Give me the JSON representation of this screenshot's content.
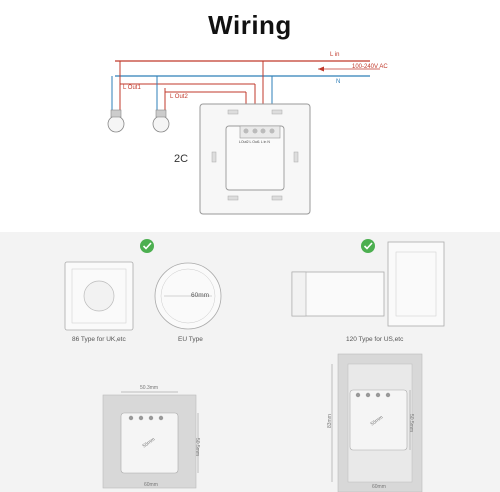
{
  "header": {
    "title": "Wiring"
  },
  "wiring": {
    "line_in": "L in",
    "voltage": "100-240V AC",
    "neutral": "N",
    "out1": "L Out1",
    "out2": "L Out2",
    "mode": "2C",
    "terminal_labels": "LOut2  L Out1  L in  N"
  },
  "compat": {
    "uk_caption": "86 Type for UK,etc",
    "eu_caption": "EU Type",
    "eu_dim": "60mm",
    "us_caption": "120 Type for US,etc"
  },
  "dimensions": {
    "uk_width": "50.3mm",
    "uk_height": "50.5mm",
    "uk_bottom": "60mm",
    "us_height": "83mm",
    "us_inner_height": "50.5mm",
    "us_bottom": "60mm",
    "module_diag_left": "55mm",
    "module_diag_right": "55mm"
  },
  "colors": {
    "line": "#c0392b",
    "neutral": "#2e7fb8",
    "check": "#4caf50"
  }
}
